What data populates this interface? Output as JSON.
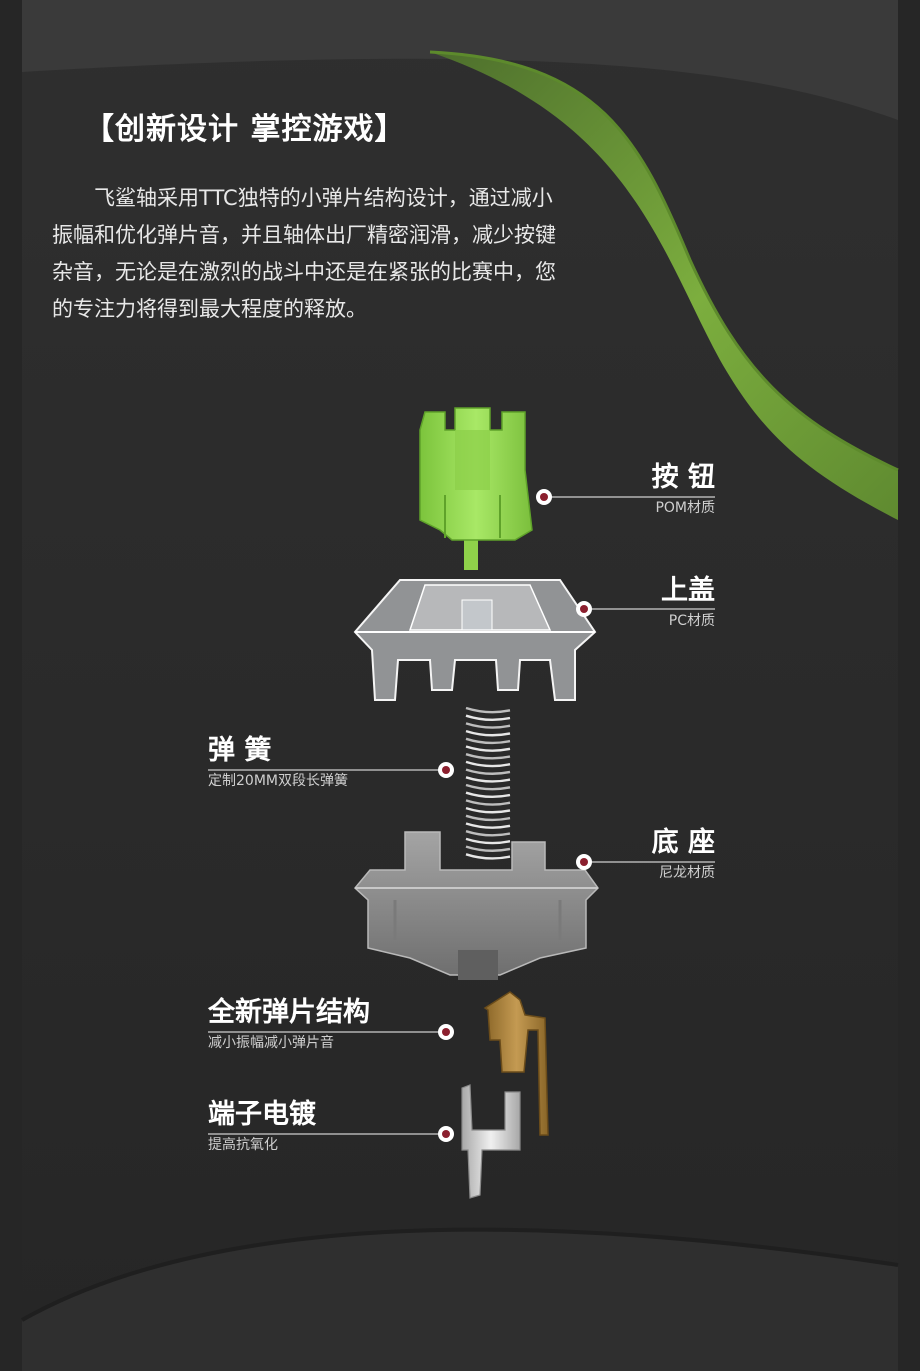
{
  "header": {
    "title": "【创新设计  掌控游戏】",
    "intro": "飞鲨轴采用TTC独特的小弹片结构设计，通过减小振幅和优化弹片音，并且轴体出厂精密润滑，减少按键杂音，无论是在激烈的战斗中还是在紧张的比赛中，您的专注力将得到最大程度的释放。"
  },
  "parts": [
    {
      "name": "按 钮",
      "desc": "POM材质"
    },
    {
      "name": "上盖",
      "desc": "PC材质"
    },
    {
      "name": "弹 簧",
      "desc": "定制20MM双段长弹簧"
    },
    {
      "name": "底 座",
      "desc": "尼龙材质"
    },
    {
      "name": "全新弹片结构",
      "desc": "减小振幅减小弹片音"
    },
    {
      "name": "端子电镀",
      "desc": "提高抗氧化"
    }
  ],
  "colors": {
    "background": "#2c2c2c",
    "accent_green": "#7cae3e",
    "stem": "#9ee05a",
    "housing_bottom": "#8e8e8e",
    "leaf_spring": "#b08840",
    "terminal": "#d6d6d6"
  }
}
